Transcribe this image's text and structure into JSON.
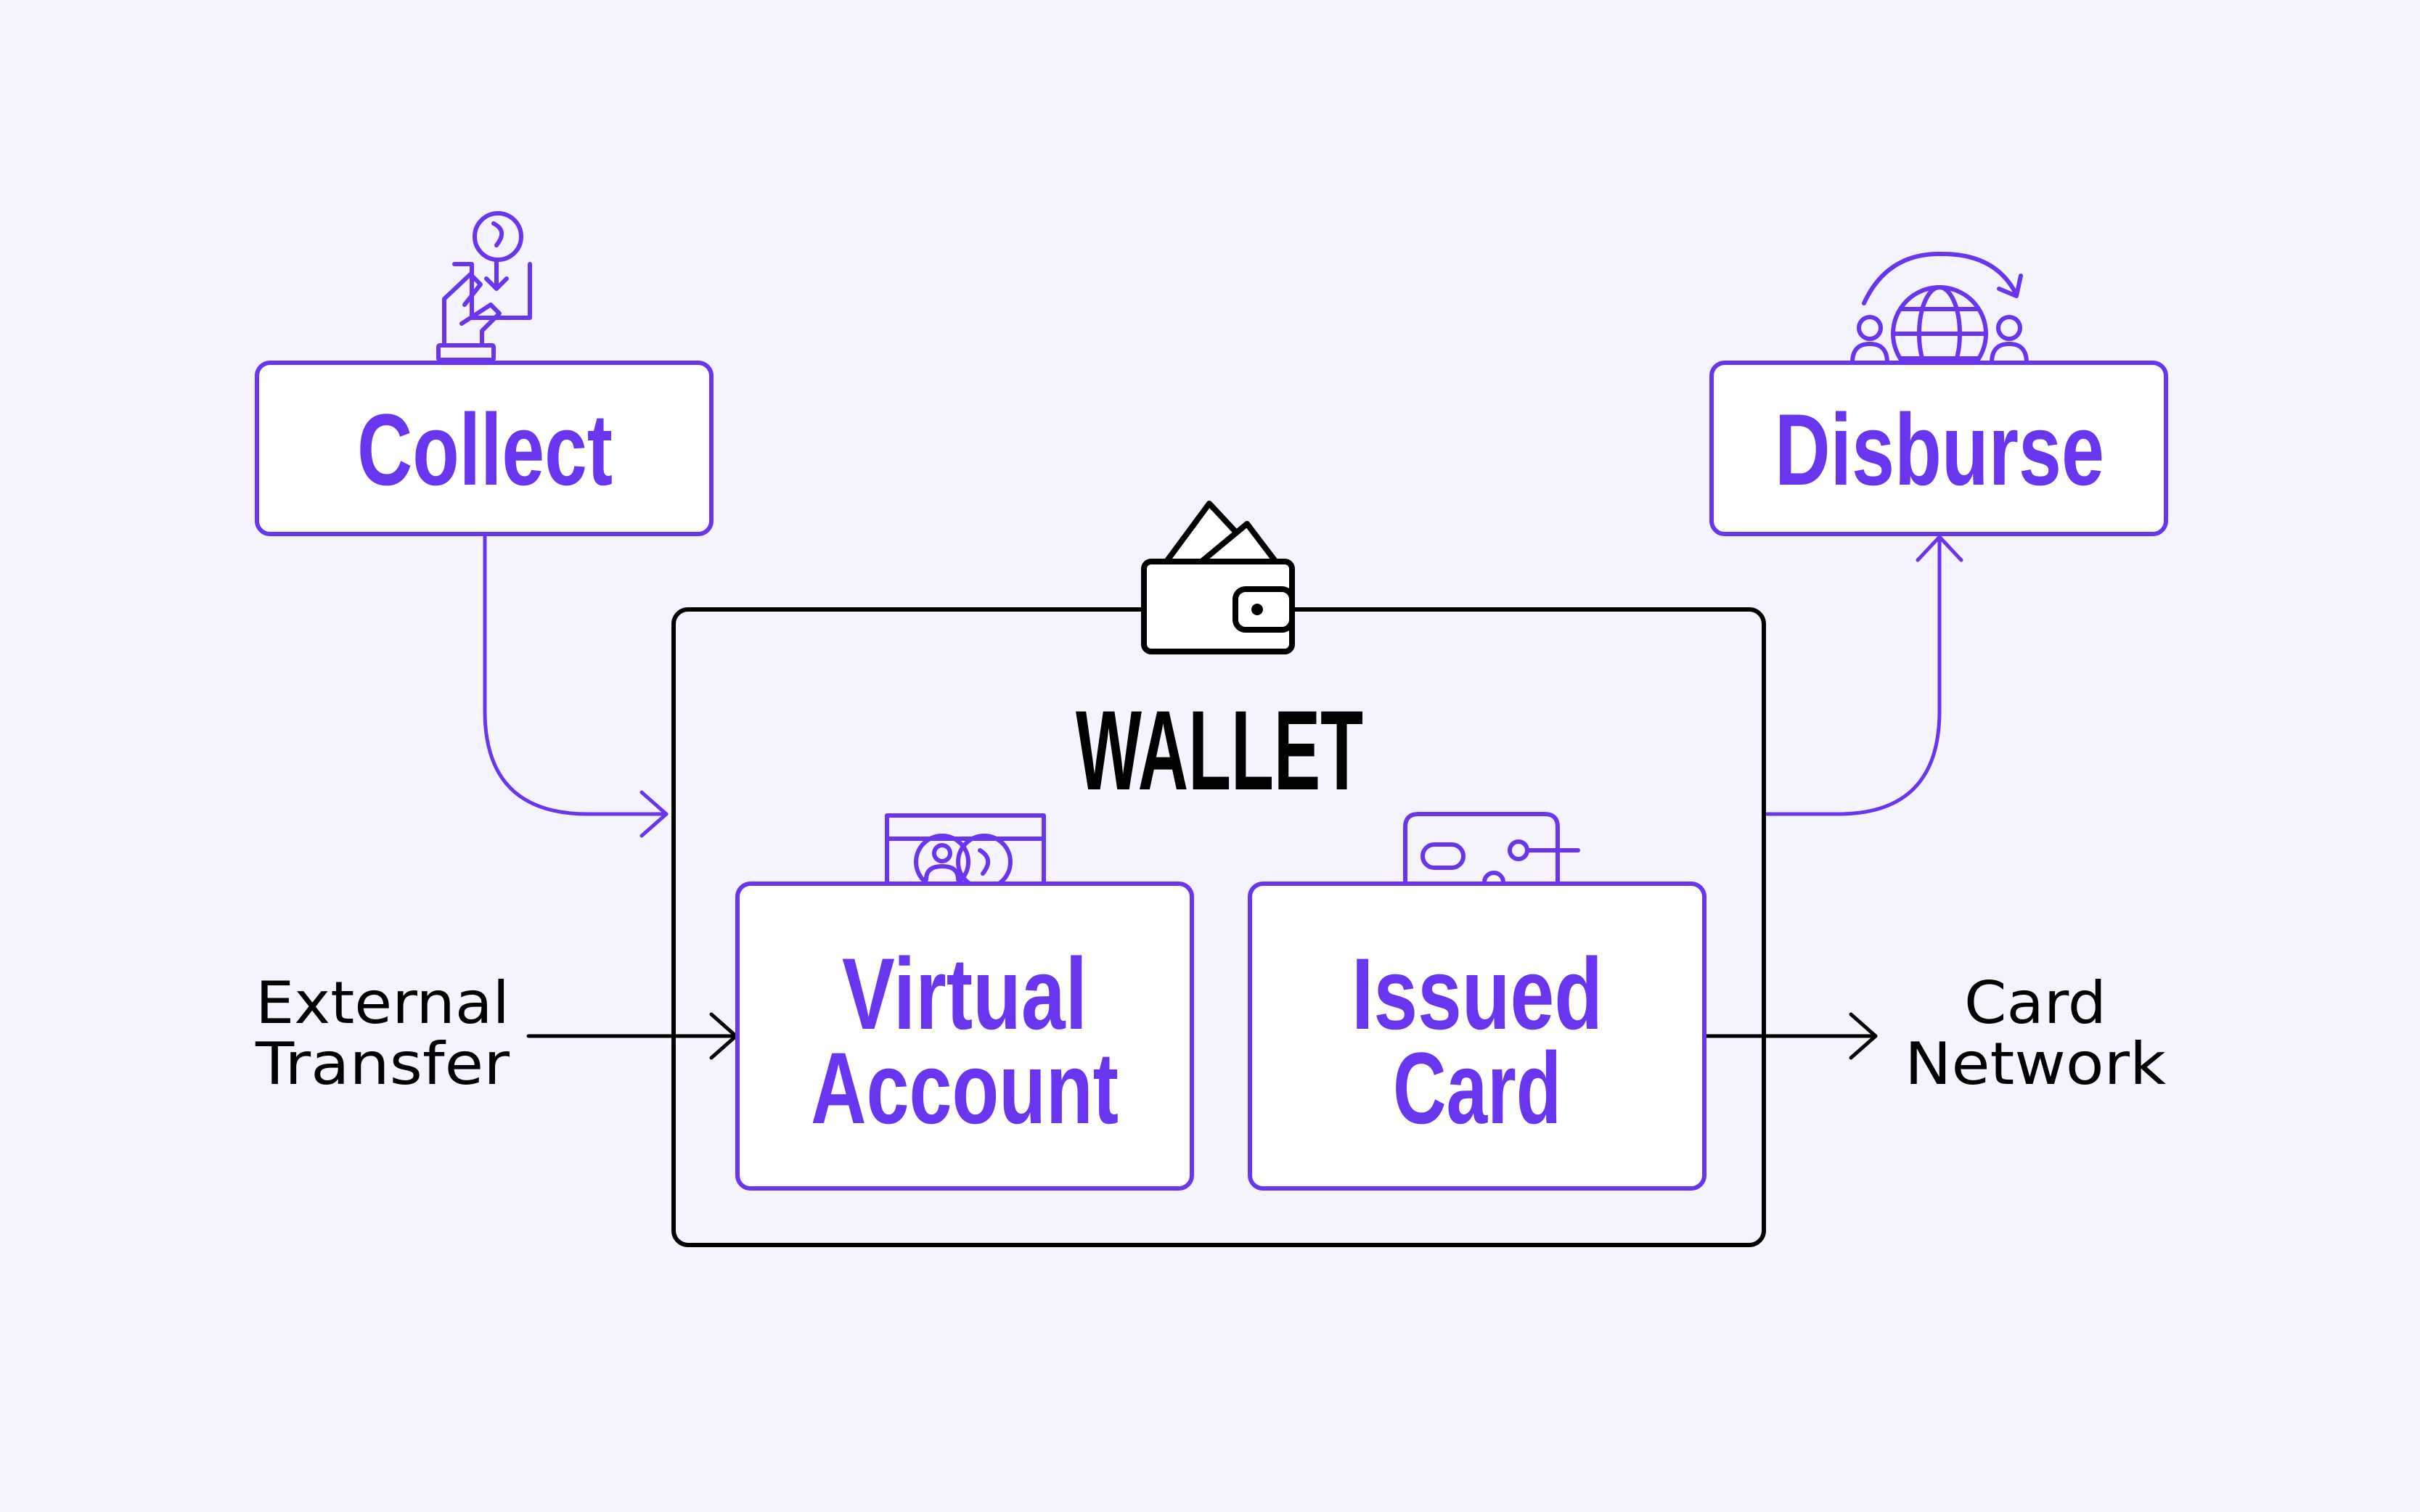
{
  "colors": {
    "background": "#f5f3fd",
    "accent": "#6a35ee",
    "ink": "#000000",
    "box_fill": "#ffffff"
  },
  "nodes": {
    "collect": {
      "label": "Collect",
      "icon": "hand-coin-icon"
    },
    "disburse": {
      "label": "Disburse",
      "icon": "globe-transfer-icon"
    },
    "wallet": {
      "label": "WALLET",
      "icon": "wallet-icon"
    },
    "virtual_account": {
      "line1": "Virtual",
      "line2": "Account",
      "icon": "account-card-icon"
    },
    "issued_card": {
      "line1": "Issued",
      "line2": "Card",
      "icon": "payment-card-icon"
    }
  },
  "external": {
    "external_transfer": {
      "line1": "External",
      "line2": "Transfer"
    },
    "card_network": {
      "line1": "Card",
      "line2": "Network"
    }
  }
}
